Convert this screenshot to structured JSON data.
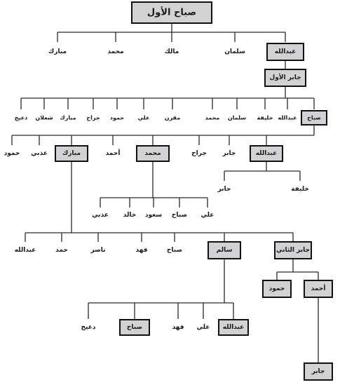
{
  "colors": {
    "box_fill": "#d2d2d4",
    "line": "#2a2a2a",
    "text": "#1a1a1a"
  },
  "tree": {
    "root": "صباح الأول",
    "gen1": [
      "عبدالله",
      "سلمان",
      "مالك",
      "محمد",
      "مبارك"
    ],
    "gen2": "جابر الأول",
    "gen3": [
      "صباح",
      "عبدالله",
      "خليفة",
      "سلمان",
      "محمد",
      "مقرن",
      "علي",
      "حمود",
      "جراح",
      "مبارك",
      "شعلان",
      "دعيج"
    ],
    "gen4": [
      "عبدالله",
      "جابر",
      "جراح",
      "محمد",
      "أحمد",
      "مبارك",
      "عذبي",
      "حمود"
    ],
    "abdullah_children": [
      "خليفة",
      "جابر"
    ],
    "mohammed_children": [
      "علي",
      "صباح",
      "سعود",
      "خالد",
      "عذبي"
    ],
    "mubarak_children": [
      "جابر الثاني",
      "سالم",
      "صباح",
      "فهد",
      "ناصر",
      "حمد",
      "عبدالله"
    ],
    "jaber2_children": [
      "أحمد",
      "حمود"
    ],
    "ahmad_children": [
      "جابر"
    ],
    "salem_children": [
      "عبدالله",
      "علي",
      "فهد",
      "صباح",
      "دعيج"
    ]
  }
}
